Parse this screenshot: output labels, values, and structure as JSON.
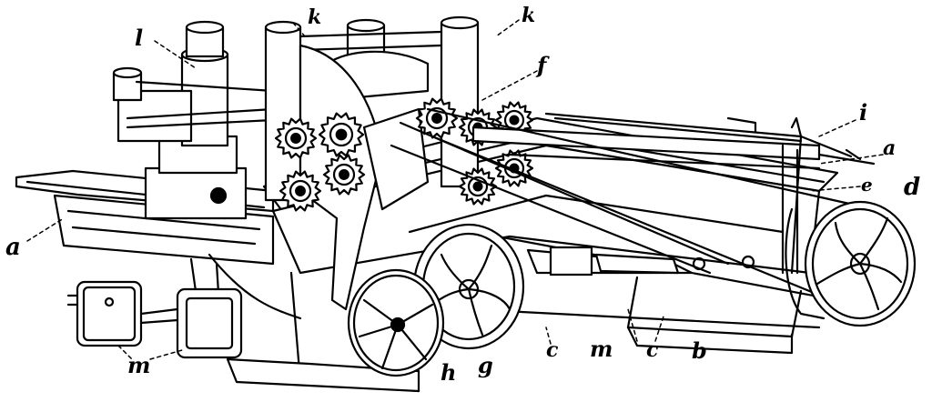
{
  "labels": {
    "l": "l",
    "k1": "k",
    "k2": "k",
    "f": "f",
    "i": "i",
    "a_right": "a",
    "e_right": "e",
    "d": "d",
    "a_left": "a",
    "m": "m",
    "h": "h",
    "g": "g",
    "c1": "c",
    "m2": "m",
    "c2": "c",
    "b": "b"
  }
}
